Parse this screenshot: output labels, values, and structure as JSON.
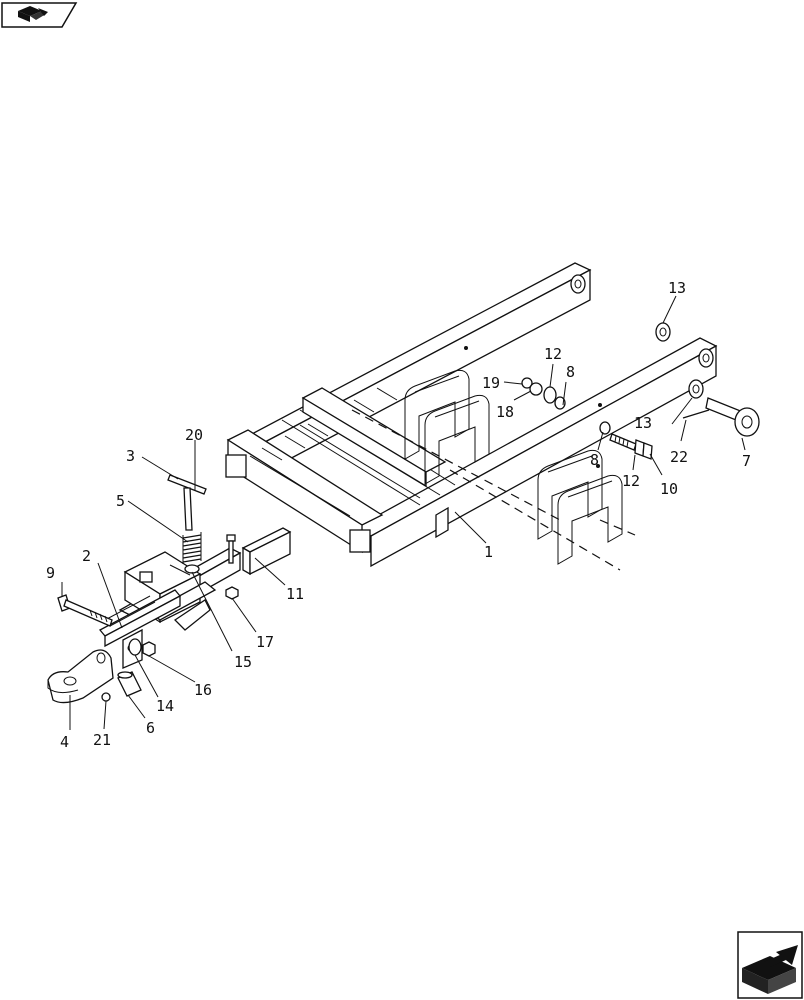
{
  "diagram": {
    "callouts": [
      {
        "id": "c1",
        "text": "1"
      },
      {
        "id": "c2",
        "text": "2"
      },
      {
        "id": "c3",
        "text": "3"
      },
      {
        "id": "c4",
        "text": "4"
      },
      {
        "id": "c5",
        "text": "5"
      },
      {
        "id": "c6",
        "text": "6"
      },
      {
        "id": "c7",
        "text": "7"
      },
      {
        "id": "c8a",
        "text": "8"
      },
      {
        "id": "c8b",
        "text": "8"
      },
      {
        "id": "c9",
        "text": "9"
      },
      {
        "id": "c10",
        "text": "10"
      },
      {
        "id": "c11",
        "text": "11"
      },
      {
        "id": "c12a",
        "text": "12"
      },
      {
        "id": "c12b",
        "text": "12"
      },
      {
        "id": "c13a",
        "text": "13"
      },
      {
        "id": "c13b",
        "text": "13"
      },
      {
        "id": "c14",
        "text": "14"
      },
      {
        "id": "c15",
        "text": "15"
      },
      {
        "id": "c16",
        "text": "16"
      },
      {
        "id": "c17",
        "text": "17"
      },
      {
        "id": "c18",
        "text": "18"
      },
      {
        "id": "c19",
        "text": "19"
      },
      {
        "id": "c20",
        "text": "20"
      },
      {
        "id": "c21",
        "text": "21"
      },
      {
        "id": "c22",
        "text": "22"
      }
    ]
  },
  "nav": {
    "back_icon": "back-arrow-icon",
    "next_icon": "next-arrow-icon"
  }
}
